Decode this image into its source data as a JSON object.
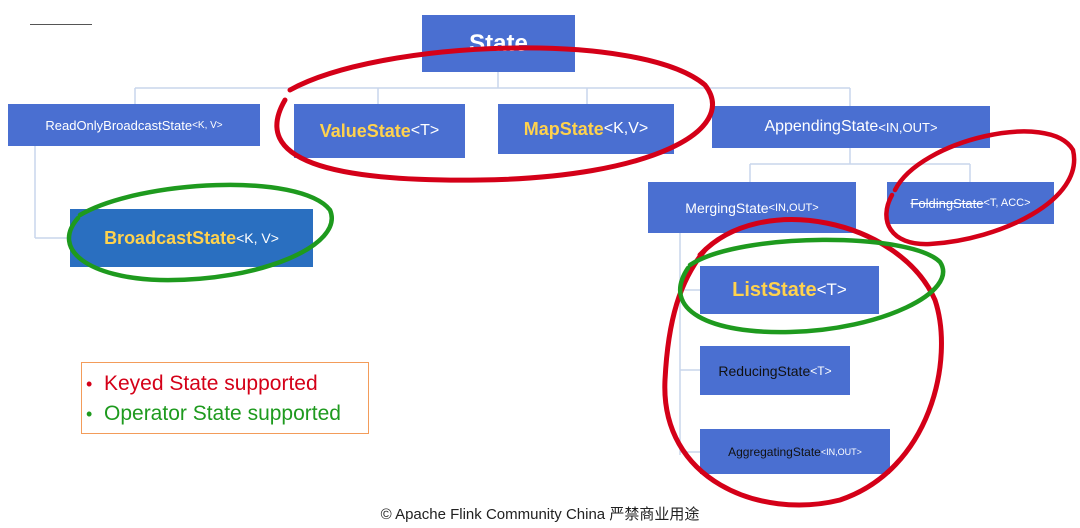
{
  "nodes": {
    "state": {
      "label": "State",
      "generic": ""
    },
    "readonly_broadcast": {
      "label": "ReadOnlyBroadcastState",
      "generic": "<K, V>"
    },
    "value": {
      "label": "ValueState",
      "generic": "<T>"
    },
    "map": {
      "label": "MapState",
      "generic": "<K,V>"
    },
    "appending": {
      "label": "AppendingState",
      "generic": "<IN,OUT>"
    },
    "broadcast": {
      "label": "BroadcastState",
      "generic": "<K, V>"
    },
    "merging": {
      "label": "MergingState",
      "generic": "<IN,OUT>"
    },
    "folding": {
      "label": "FoldingState",
      "generic": "<T, ACC>"
    },
    "list": {
      "label": "ListState",
      "generic": "<T>"
    },
    "reducing": {
      "label": "ReducingState",
      "generic": "<T>"
    },
    "aggregating": {
      "label": "AggregatingState",
      "generic": "<IN,OUT>"
    }
  },
  "legend": {
    "bullet": "•",
    "keyed": "Keyed State supported",
    "operator": "Operator State supported"
  },
  "footer": "© Apache Flink Community China  严禁商业用途",
  "colors": {
    "box": "#4a6fd1",
    "box_dark": "#2a6fc0",
    "highlight_text": "#ffd24d",
    "keyed_red": "#d40018",
    "operator_green": "#1e9a1e",
    "connector": "#c9d6ec"
  }
}
